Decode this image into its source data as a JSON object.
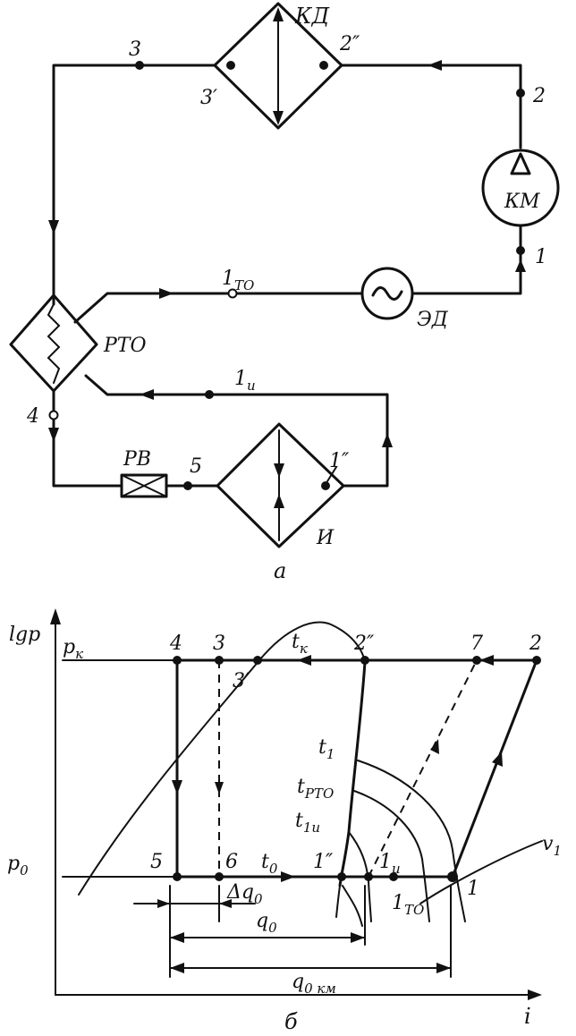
{
  "scheme": {
    "condenser_label": "КД",
    "compressor_label": "КМ",
    "motor_label": "ЭД",
    "regen_hx_label": "РТО",
    "valve_label": "РВ",
    "evaporator_label": "И",
    "point_3": "3",
    "point_3p": "3′",
    "point_2pp": "2″",
    "point_2": "2",
    "point_1": "1",
    "point_1to_main": "1",
    "point_1to_sub": "ТО",
    "point_1i_main": "1",
    "point_1i_sub": "и",
    "point_4": "4",
    "point_5": "5",
    "point_1pp": "1″",
    "caption": "а"
  },
  "diagram": {
    "y_axis": "lgp",
    "x_axis": "i",
    "pk_main": "р",
    "pk_sub": "к",
    "p0_main": "р",
    "p0_sub": "0",
    "tk_main": "t",
    "tk_sub": "к",
    "t1_main": "t",
    "t1_sub": "1",
    "tpto_main": "t",
    "tpto_sub": "РТО",
    "t1i_main": "t",
    "t1i_sub": "1и",
    "t0_main": "t",
    "t0_sub": "0",
    "v1_main": "v",
    "v1_sub": "1",
    "point_4": "4",
    "point_3": "3",
    "point_3p": "3′",
    "point_2pp": "2″",
    "point_7": "7",
    "point_2": "2",
    "point_5": "5",
    "point_6": "6",
    "point_1pp": "1″",
    "point_1i_main": "1",
    "point_1i_sub": "и",
    "point_1to_main": "1",
    "point_1to_sub": "ТО",
    "point_1": "1",
    "dq0_main": "Δq",
    "dq0_sub": "0",
    "q0_main": "q",
    "q0_sub": "0",
    "q0km_main": "q",
    "q0km_sub": "0 км",
    "caption": "б"
  }
}
